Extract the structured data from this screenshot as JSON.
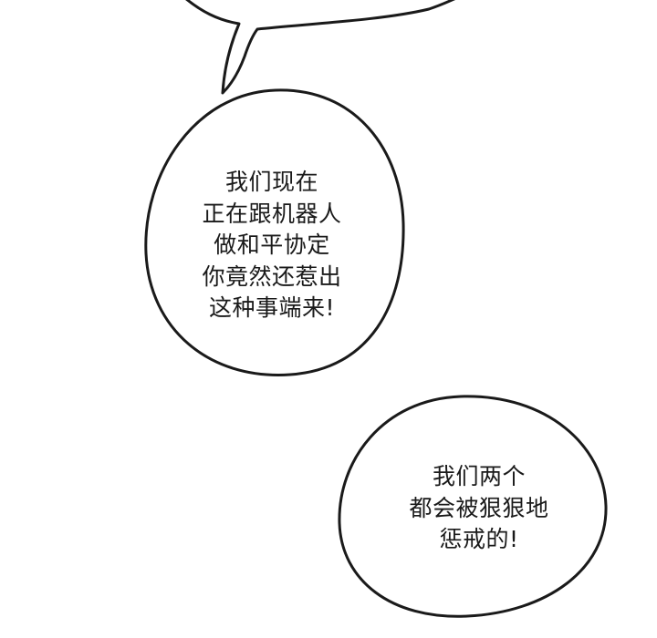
{
  "panel": {
    "background": "#ffffff",
    "ink_color": "#1a1a1a"
  },
  "bubbles": [
    {
      "lines": [
        "我们现在",
        "正在跟机器人",
        "做和平协定",
        "你竟然还惹出",
        "这种事端来!"
      ]
    },
    {
      "lines": [
        "我们两个",
        "都会被狠狠地",
        "惩戒的!"
      ]
    }
  ]
}
